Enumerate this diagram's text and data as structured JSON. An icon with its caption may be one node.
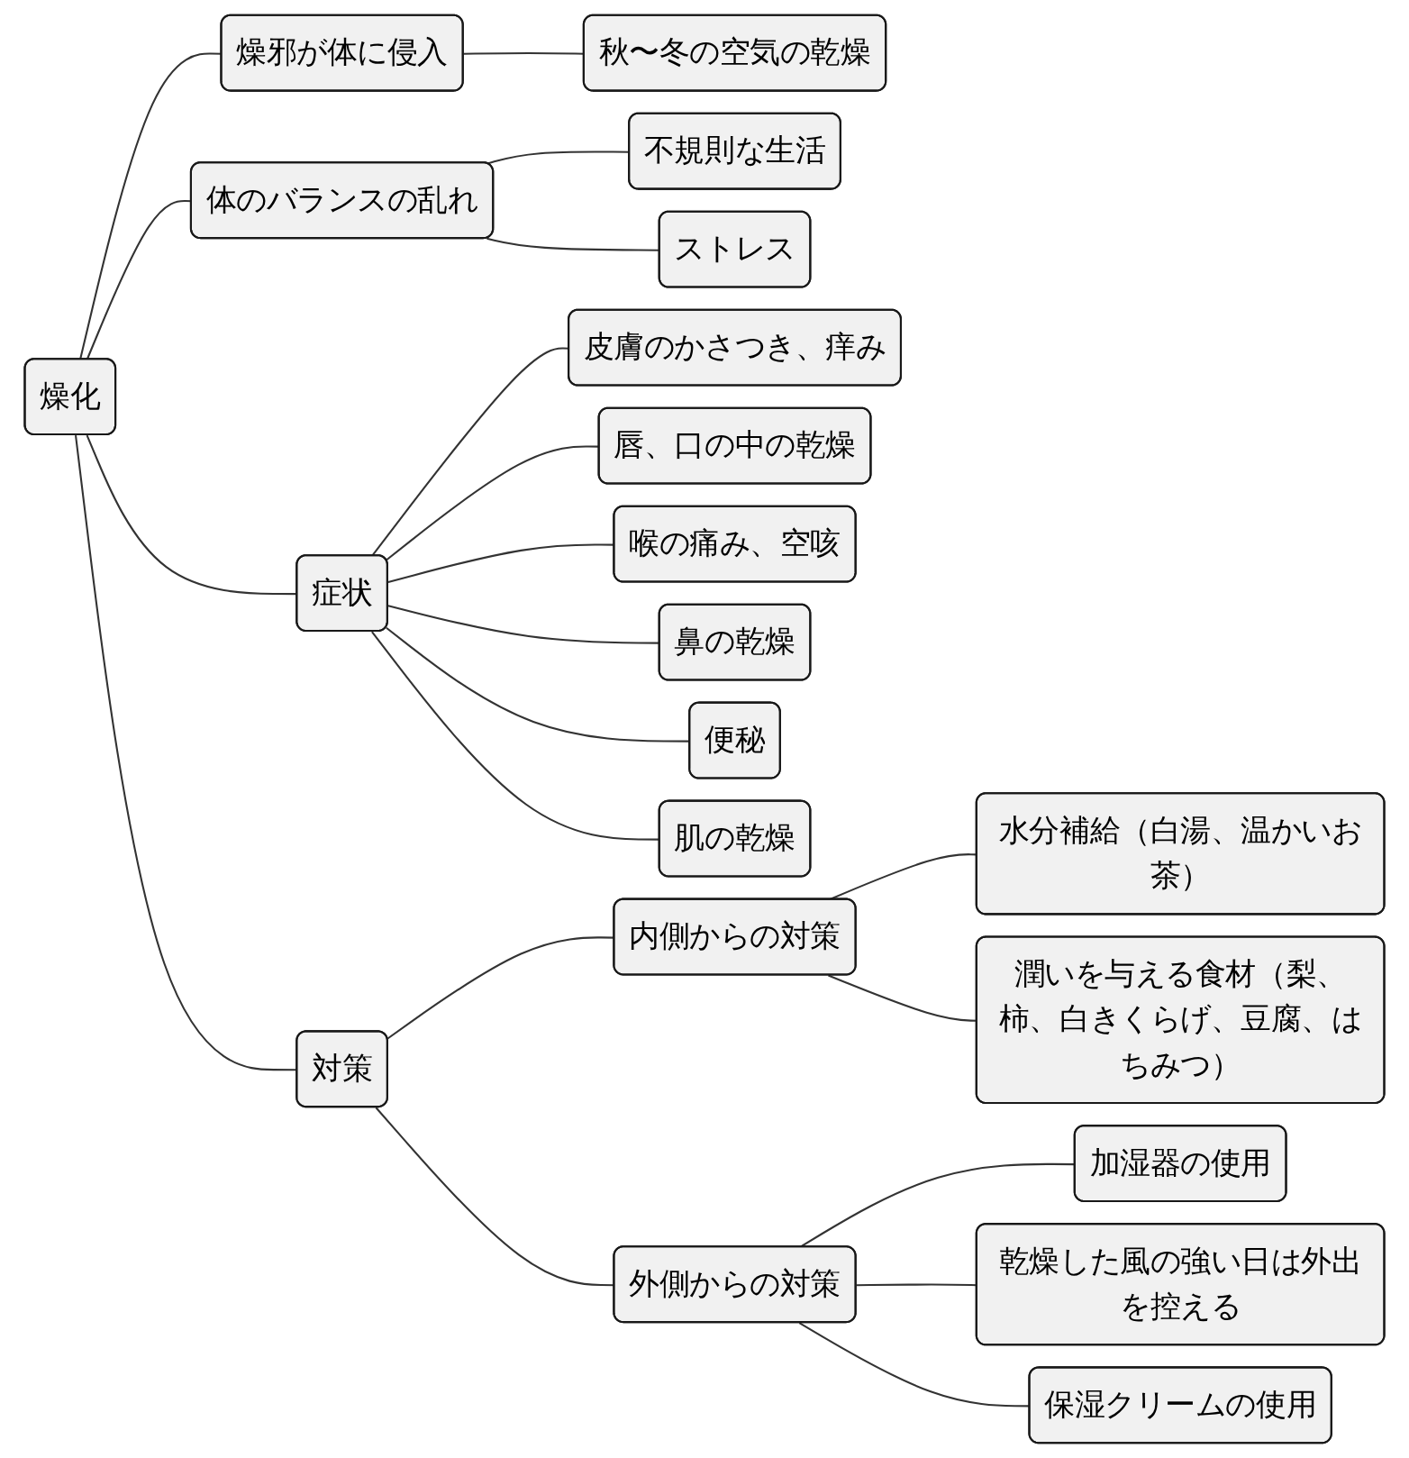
{
  "diagram": {
    "nodes": [
      {
        "text": [
          "燥化"
        ]
      },
      {
        "text": [
          "燥邪が体に侵入"
        ]
      },
      {
        "text": [
          "秋〜冬の空気の乾燥"
        ]
      },
      {
        "text": [
          "体のバランスの乱れ"
        ]
      },
      {
        "text": [
          "不規則な生活"
        ]
      },
      {
        "text": [
          "ストレス"
        ]
      },
      {
        "text": [
          "症状"
        ]
      },
      {
        "text": [
          "皮膚のかさつき、痒み"
        ]
      },
      {
        "text": [
          "唇、口の中の乾燥"
        ]
      },
      {
        "text": [
          "喉の痛み、空咳"
        ]
      },
      {
        "text": [
          "鼻の乾燥"
        ]
      },
      {
        "text": [
          "便秘"
        ]
      },
      {
        "text": [
          "肌の乾燥"
        ]
      },
      {
        "text": [
          "対策"
        ]
      },
      {
        "text": [
          "内側からの対策"
        ]
      },
      {
        "text": [
          "水分補給（白湯、温かいお茶）"
        ]
      },
      {
        "text": [
          "潤いを与える食材（梨、柿、白きくらげ、豆腐、はちみつ）"
        ]
      },
      {
        "text": [
          "外側からの対策"
        ]
      },
      {
        "text": [
          "加湿器の使用"
        ]
      },
      {
        "text": [
          "乾燥した風の強い日は外出を控える"
        ]
      },
      {
        "text": [
          "保湿クリームの使用"
        ]
      }
    ],
    "edges": [
      {
        "from": 0,
        "to": 1,
        "arrow": "none"
      },
      {
        "from": 1,
        "to": 2,
        "arrow": "none"
      },
      {
        "from": 0,
        "to": 3,
        "arrow": "none"
      },
      {
        "from": 3,
        "to": 4,
        "arrow": "none"
      },
      {
        "from": 3,
        "to": 5,
        "arrow": "none"
      },
      {
        "from": 0,
        "to": 6,
        "arrow": "none"
      },
      {
        "from": 6,
        "to": 7,
        "arrow": "none"
      },
      {
        "from": 6,
        "to": 8,
        "arrow": "none"
      },
      {
        "from": 6,
        "to": 9,
        "arrow": "none"
      },
      {
        "from": 6,
        "to": 10,
        "arrow": "none"
      },
      {
        "from": 6,
        "to": 11,
        "arrow": "none"
      },
      {
        "from": 6,
        "to": 12,
        "arrow": "none"
      },
      {
        "from": 0,
        "to": 13,
        "arrow": "none"
      },
      {
        "from": 13,
        "to": 14,
        "arrow": "none"
      },
      {
        "from": 14,
        "to": 15,
        "arrow": "none"
      },
      {
        "from": 14,
        "to": 16,
        "arrow": "none"
      },
      {
        "from": 13,
        "to": 17,
        "arrow": "none"
      },
      {
        "from": 17,
        "to": 18,
        "arrow": "none"
      },
      {
        "from": 17,
        "to": 19,
        "arrow": "none"
      },
      {
        "from": 17,
        "to": 20,
        "arrow": "none"
      }
    ]
  }
}
